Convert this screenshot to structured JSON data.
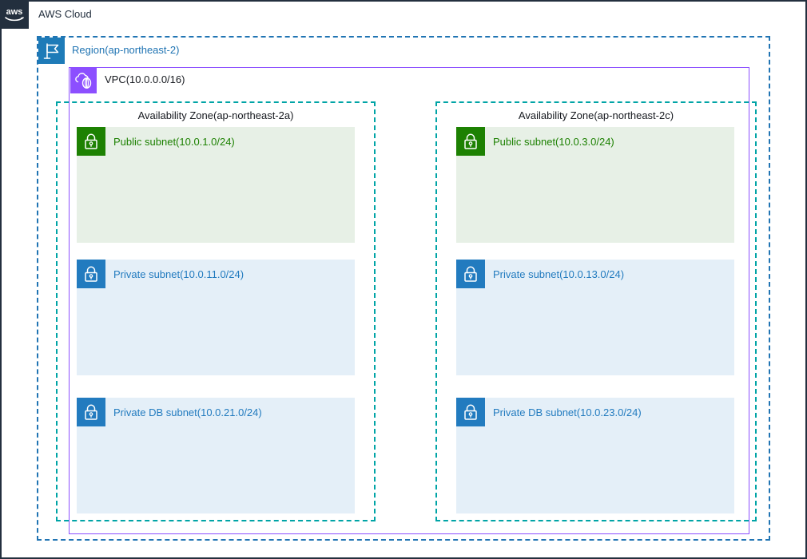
{
  "cloud": {
    "label": "AWS Cloud",
    "logo_icon": "aws-logo-icon",
    "border_color": "#232F3E"
  },
  "region": {
    "label": "Region(ap-northeast-2)",
    "icon": "region-flag-icon",
    "icon_color": "#1E7BB8",
    "border_color": "#2074B3"
  },
  "vpc": {
    "label": "VPC(10.0.0.0/16)",
    "icon": "vpc-cloud-icon",
    "icon_color": "#8C4FFF",
    "border_color": "#8C4FFF"
  },
  "availability_zones": [
    {
      "label": "Availability Zone(ap-northeast-2a)",
      "border_color": "#00A4A6",
      "subnets": [
        {
          "label": "Public subnet(10.0.1.0/24)",
          "type": "public",
          "icon": "lock-icon",
          "icon_color": "#1D8102",
          "fill_color": "#E7F0E6",
          "text_color": "#1D8102"
        },
        {
          "label": "Private subnet(10.0.11.0/24)",
          "type": "private",
          "icon": "lock-icon",
          "icon_color": "#227BBF",
          "fill_color": "#E4EFF8",
          "text_color": "#227BBF"
        },
        {
          "label": "Private DB subnet(10.0.21.0/24)",
          "type": "private",
          "icon": "lock-icon",
          "icon_color": "#227BBF",
          "fill_color": "#E4EFF8",
          "text_color": "#227BBF"
        }
      ]
    },
    {
      "label": "Availability Zone(ap-northeast-2c)",
      "border_color": "#00A4A6",
      "subnets": [
        {
          "label": "Public subnet(10.0.3.0/24)",
          "type": "public",
          "icon": "lock-icon",
          "icon_color": "#1D8102",
          "fill_color": "#E7F0E6",
          "text_color": "#1D8102"
        },
        {
          "label": "Private subnet(10.0.13.0/24)",
          "type": "private",
          "icon": "lock-icon",
          "icon_color": "#227BBF",
          "fill_color": "#E4EFF8",
          "text_color": "#227BBF"
        },
        {
          "label": "Private DB subnet(10.0.23.0/24)",
          "type": "private",
          "icon": "lock-icon",
          "icon_color": "#227BBF",
          "fill_color": "#E4EFF8",
          "text_color": "#227BBF"
        }
      ]
    }
  ]
}
